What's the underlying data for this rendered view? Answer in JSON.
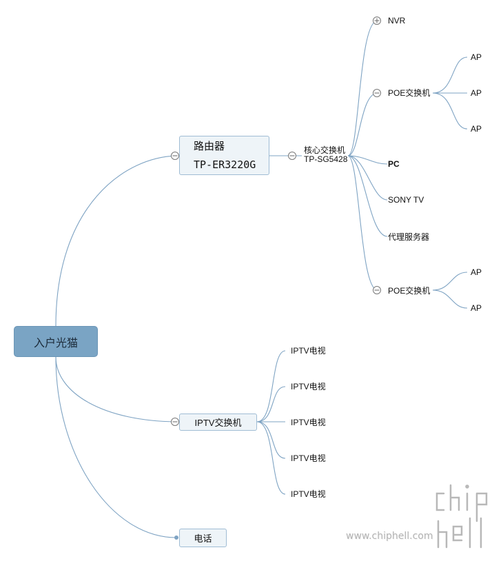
{
  "root": {
    "label": "入户光猫"
  },
  "router": {
    "line1": "路由器",
    "line2": "TP-ER3220G"
  },
  "core_switch": {
    "line1": "核心交换机",
    "line2": "TP-SG5428"
  },
  "core_children": {
    "nvr": "NVR",
    "poe1": "POE交换机",
    "pc": "PC",
    "sony_tv": "SONY TV",
    "proxy": "代理服务器",
    "poe2": "POE交换机"
  },
  "poe1_children": [
    "AP",
    "AP",
    "AP"
  ],
  "poe2_children": [
    "AP",
    "AP"
  ],
  "iptv_switch": {
    "label": "IPTV交换机"
  },
  "iptv_children": [
    "IPTV电视",
    "IPTV电视",
    "IPTV电视",
    "IPTV电视",
    "IPTV电视"
  ],
  "phone": {
    "label": "电话"
  },
  "watermark": {
    "url": "www.chiphell.com",
    "logo": "chip hell"
  },
  "colors": {
    "root_fill": "#7aa4c4",
    "box_fill": "#eef4f8",
    "edge": "#7ea3c3"
  }
}
